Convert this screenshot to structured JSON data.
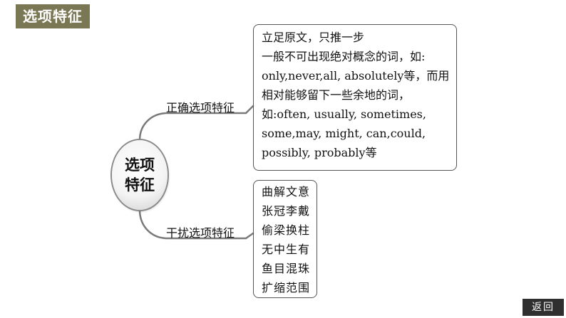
{
  "header": {
    "title": "选项特征"
  },
  "mindmap": {
    "center": {
      "line1": "选项",
      "line2": "特征"
    },
    "branches": [
      {
        "label": "正确选项特征",
        "lines": [
          "立足原文，只推一步",
          "一般不可出现绝对概念的词，如:",
          "only,never,all, absolutely等，而用",
          "相对能够留下一些余地的词，",
          "如:often, usually, sometimes,",
          "some,may, might, can,could,",
          "possibly, probably等"
        ]
      },
      {
        "label": "干扰选项特征",
        "lines": [
          "曲解文意",
          "张冠李戴",
          "偷梁换柱",
          "无中生有",
          "鱼目混珠",
          "扩缩范围"
        ]
      }
    ]
  },
  "nav": {
    "back_label": "返回"
  },
  "colors": {
    "title_badge_bg": "#7a7754",
    "back_button_bg": "#2f2f2f",
    "connector": "#7a7a7a",
    "box_border": "#555555"
  }
}
